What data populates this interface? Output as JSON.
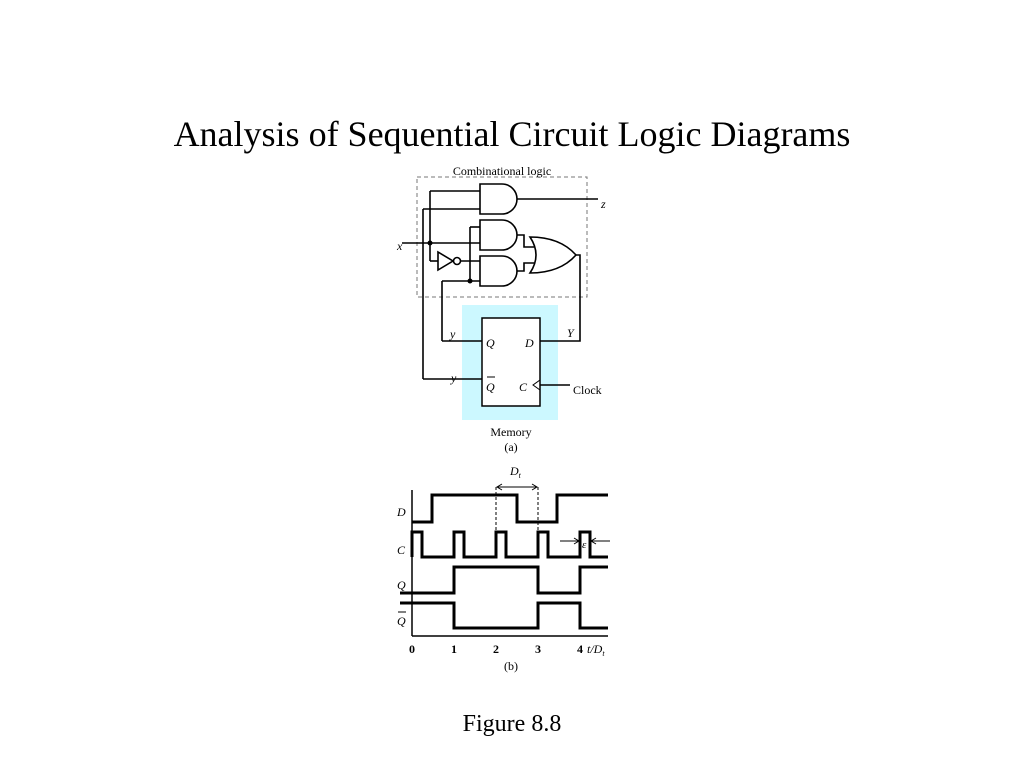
{
  "slide": {
    "title": "Analysis of Sequential Circuit Logic Diagrams",
    "caption": "Figure 8.8"
  },
  "circuit": {
    "combinational_label": "Combinational logic",
    "memory_label": "Memory",
    "part_label": "(a)",
    "input_x": "x",
    "output_z": "z",
    "signal_y": "y",
    "signal_y_bar": "y",
    "signal_Y": "Y",
    "pin_Q": "Q",
    "pin_Q_bar": "Q",
    "pin_D": "D",
    "pin_C": "C",
    "clock_label": "Clock",
    "colors": {
      "memory_bg": "#ccf8ff",
      "dashed_box": "#777777"
    }
  },
  "timing": {
    "part_label": "(b)",
    "delay_label": "D",
    "delay_sub": "t",
    "epsilon_label": "ε",
    "signals": [
      {
        "label": "D"
      },
      {
        "label": "C"
      },
      {
        "label": "Q"
      },
      {
        "label": "Q"
      }
    ],
    "ticks": [
      "0",
      "1",
      "2",
      "3",
      "4"
    ],
    "axis_label": "t/D",
    "axis_sub": "t"
  }
}
